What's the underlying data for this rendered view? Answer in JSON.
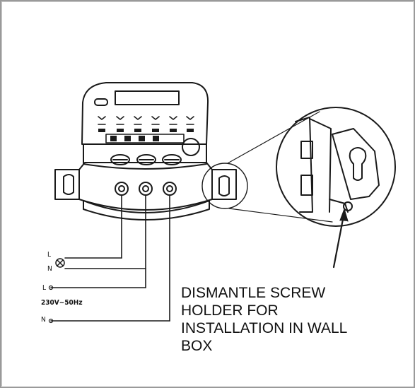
{
  "wiring_labels": {
    "line_top": "L",
    "neutral_top": "N",
    "line_bottom": "L",
    "supply": "230V~50Hz",
    "neutral_bottom": "N"
  },
  "caption": {
    "lines": [
      "DISMANTLE SCREW",
      "HOLDER FOR",
      "INSTALLATION IN WALL",
      "BOX"
    ]
  },
  "colors": {
    "stroke": "#1a1a1a",
    "frame": "#9a9a9a",
    "background": "#ffffff"
  }
}
